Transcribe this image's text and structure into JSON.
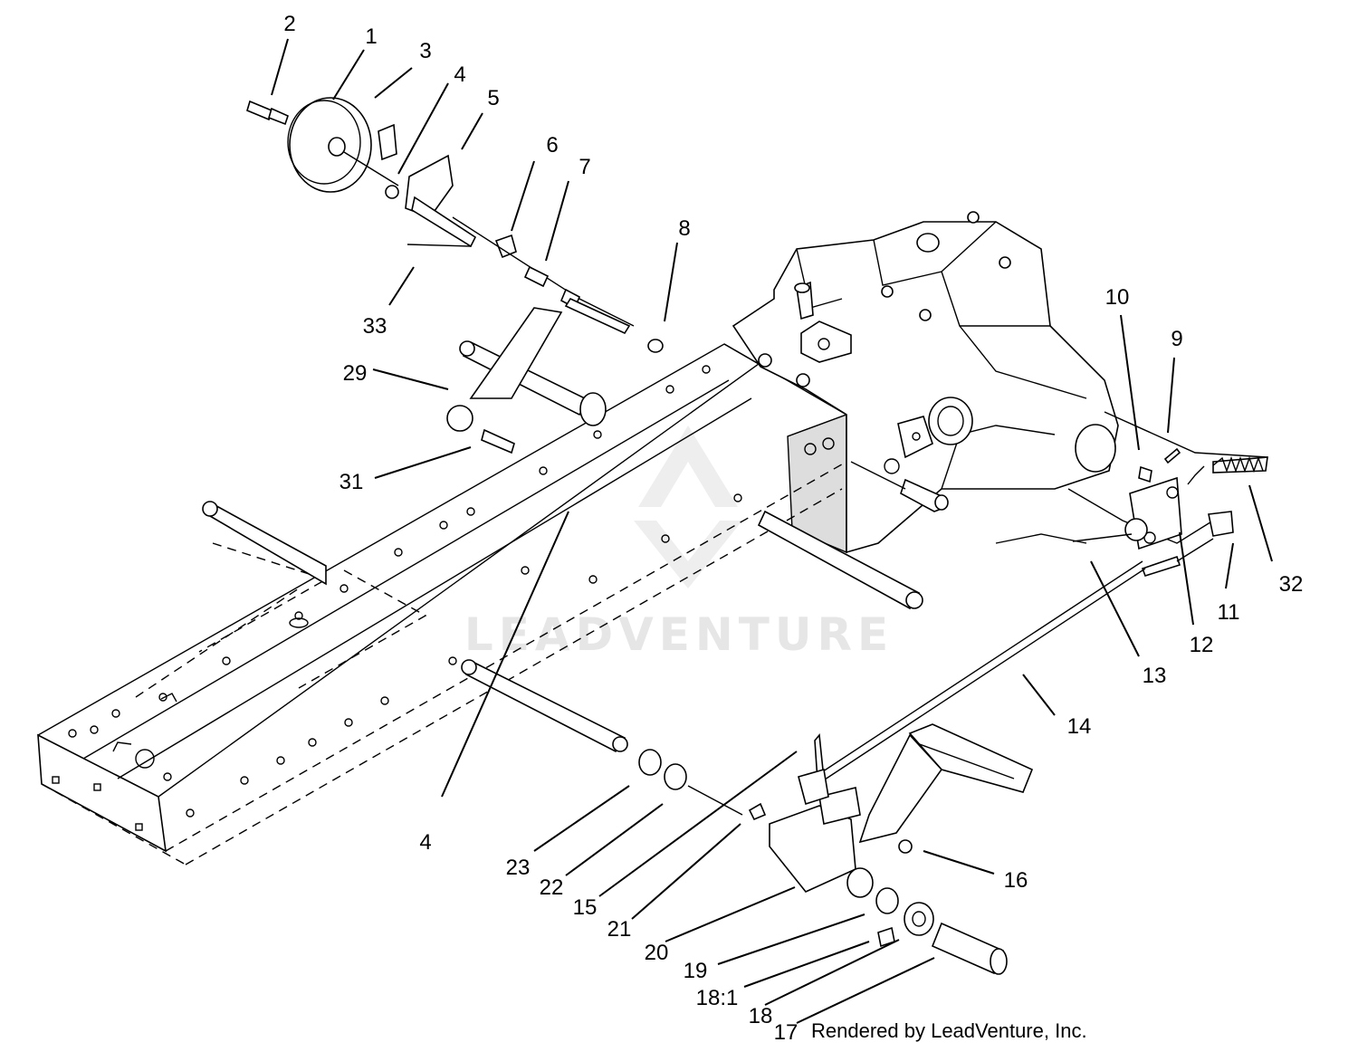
{
  "diagram": {
    "credit": "Rendered by LeadVenture, Inc.",
    "watermark": "LEADVENTURE",
    "callouts": [
      {
        "id": "c1",
        "label": "1"
      },
      {
        "id": "c2",
        "label": "2"
      },
      {
        "id": "c3",
        "label": "3"
      },
      {
        "id": "c4a",
        "label": "4"
      },
      {
        "id": "c5",
        "label": "5"
      },
      {
        "id": "c6",
        "label": "6"
      },
      {
        "id": "c7",
        "label": "7"
      },
      {
        "id": "c8",
        "label": "8"
      },
      {
        "id": "c33",
        "label": "33"
      },
      {
        "id": "c29",
        "label": "29"
      },
      {
        "id": "c31",
        "label": "31"
      },
      {
        "id": "c4b",
        "label": "4"
      },
      {
        "id": "c10",
        "label": "10"
      },
      {
        "id": "c9",
        "label": "9"
      },
      {
        "id": "c32",
        "label": "32"
      },
      {
        "id": "c11",
        "label": "11"
      },
      {
        "id": "c12",
        "label": "12"
      },
      {
        "id": "c13",
        "label": "13"
      },
      {
        "id": "c14",
        "label": "14"
      },
      {
        "id": "c16",
        "label": "16"
      },
      {
        "id": "c23",
        "label": "23"
      },
      {
        "id": "c22",
        "label": "22"
      },
      {
        "id": "c15",
        "label": "15"
      },
      {
        "id": "c21",
        "label": "21"
      },
      {
        "id": "c20",
        "label": "20"
      },
      {
        "id": "c19",
        "label": "19"
      },
      {
        "id": "c18_1",
        "label": "18:1"
      },
      {
        "id": "c18",
        "label": "18"
      },
      {
        "id": "c17",
        "label": "17"
      }
    ]
  }
}
